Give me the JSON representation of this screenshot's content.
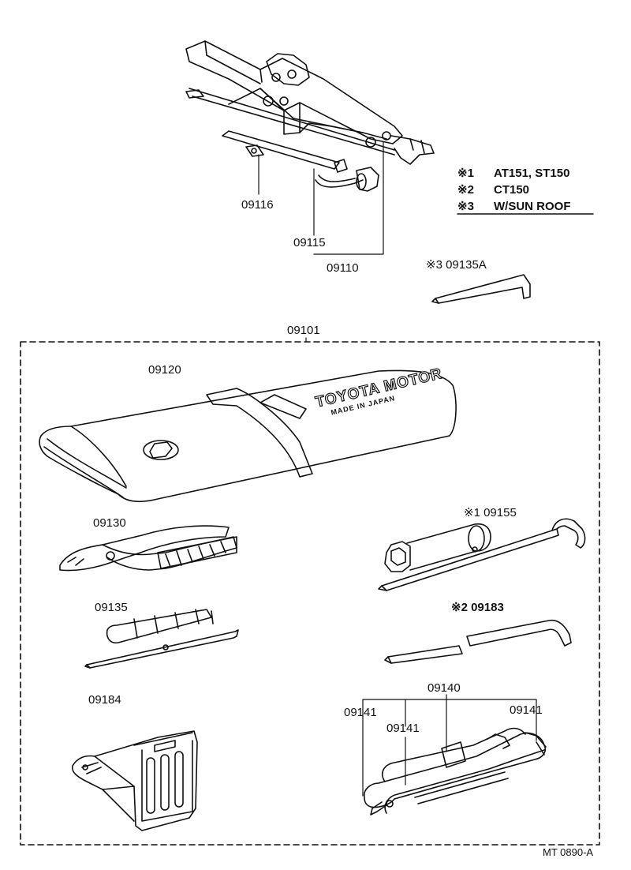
{
  "notes": [
    {
      "mark": "※1",
      "text": "AT151, ST150"
    },
    {
      "mark": "※2",
      "text": "CT150"
    },
    {
      "mark": "※3",
      "text": "W/SUN ROOF"
    }
  ],
  "parts": {
    "p09116": "09116",
    "p09115": "09115",
    "p09110": "09110",
    "p09135A": "※3 09135A",
    "p09101": "09101",
    "p09120": "09120",
    "p09130": "09130",
    "p09155": "※1 09155",
    "p09135": "09135",
    "p09183": "※2 09183",
    "p09184": "09184",
    "p09140": "09140",
    "p09141_left": "09141",
    "p09141_mid": "09141",
    "p09141_right": "09141"
  },
  "tool_bag_text": {
    "line1": "TOYOTA MOTOR",
    "line2": "MADE IN JAPAN"
  },
  "figure_id": "MT 0890-A"
}
